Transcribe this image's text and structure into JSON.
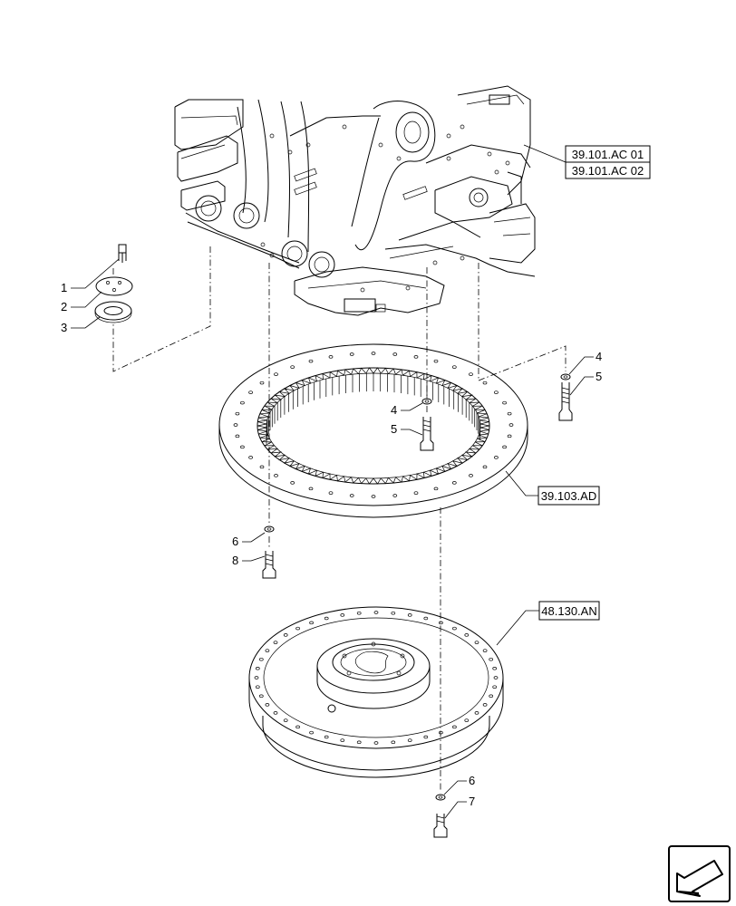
{
  "references": {
    "frame_ref_1": "39.101.AC 01",
    "frame_ref_2": "39.101.AC 02",
    "slewing_ring_ref": "39.103.AD",
    "swing_reduction_ref": "48.130.AN"
  },
  "callouts": {
    "c1": "1",
    "c2": "2",
    "c3": "3",
    "c4_right": "4",
    "c5_right": "5",
    "c4_center": "4",
    "c5_center": "5",
    "c6_upper": "6",
    "c8": "8",
    "c6_lower": "6",
    "c7": "7"
  },
  "icons": {
    "navigation": "next-page-arrow-icon"
  }
}
